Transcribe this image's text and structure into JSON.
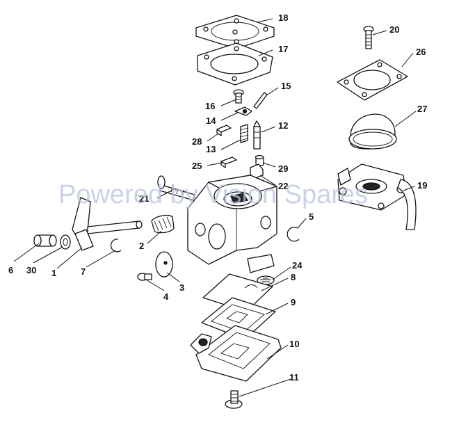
{
  "watermark": "Powered by Vision Spares",
  "callouts": [
    {
      "id": "18",
      "label": "18"
    },
    {
      "id": "17",
      "label": "17"
    },
    {
      "id": "20",
      "label": "20"
    },
    {
      "id": "26",
      "label": "26"
    },
    {
      "id": "15",
      "label": "15"
    },
    {
      "id": "16",
      "label": "16"
    },
    {
      "id": "14",
      "label": "14"
    },
    {
      "id": "12",
      "label": "12"
    },
    {
      "id": "28",
      "label": "28"
    },
    {
      "id": "13",
      "label": "13"
    },
    {
      "id": "27",
      "label": "27"
    },
    {
      "id": "25",
      "label": "25"
    },
    {
      "id": "29",
      "label": "29"
    },
    {
      "id": "21",
      "label": "21"
    },
    {
      "id": "22",
      "label": "22"
    },
    {
      "id": "19",
      "label": "19"
    },
    {
      "id": "5",
      "label": "5"
    },
    {
      "id": "2",
      "label": "2"
    },
    {
      "id": "6",
      "label": "6"
    },
    {
      "id": "30",
      "label": "30"
    },
    {
      "id": "1",
      "label": "1"
    },
    {
      "id": "7",
      "label": "7"
    },
    {
      "id": "24",
      "label": "24"
    },
    {
      "id": "8",
      "label": "8"
    },
    {
      "id": "3",
      "label": "3"
    },
    {
      "id": "4",
      "label": "4"
    },
    {
      "id": "9",
      "label": "9"
    },
    {
      "id": "10",
      "label": "10"
    },
    {
      "id": "11",
      "label": "11"
    }
  ]
}
